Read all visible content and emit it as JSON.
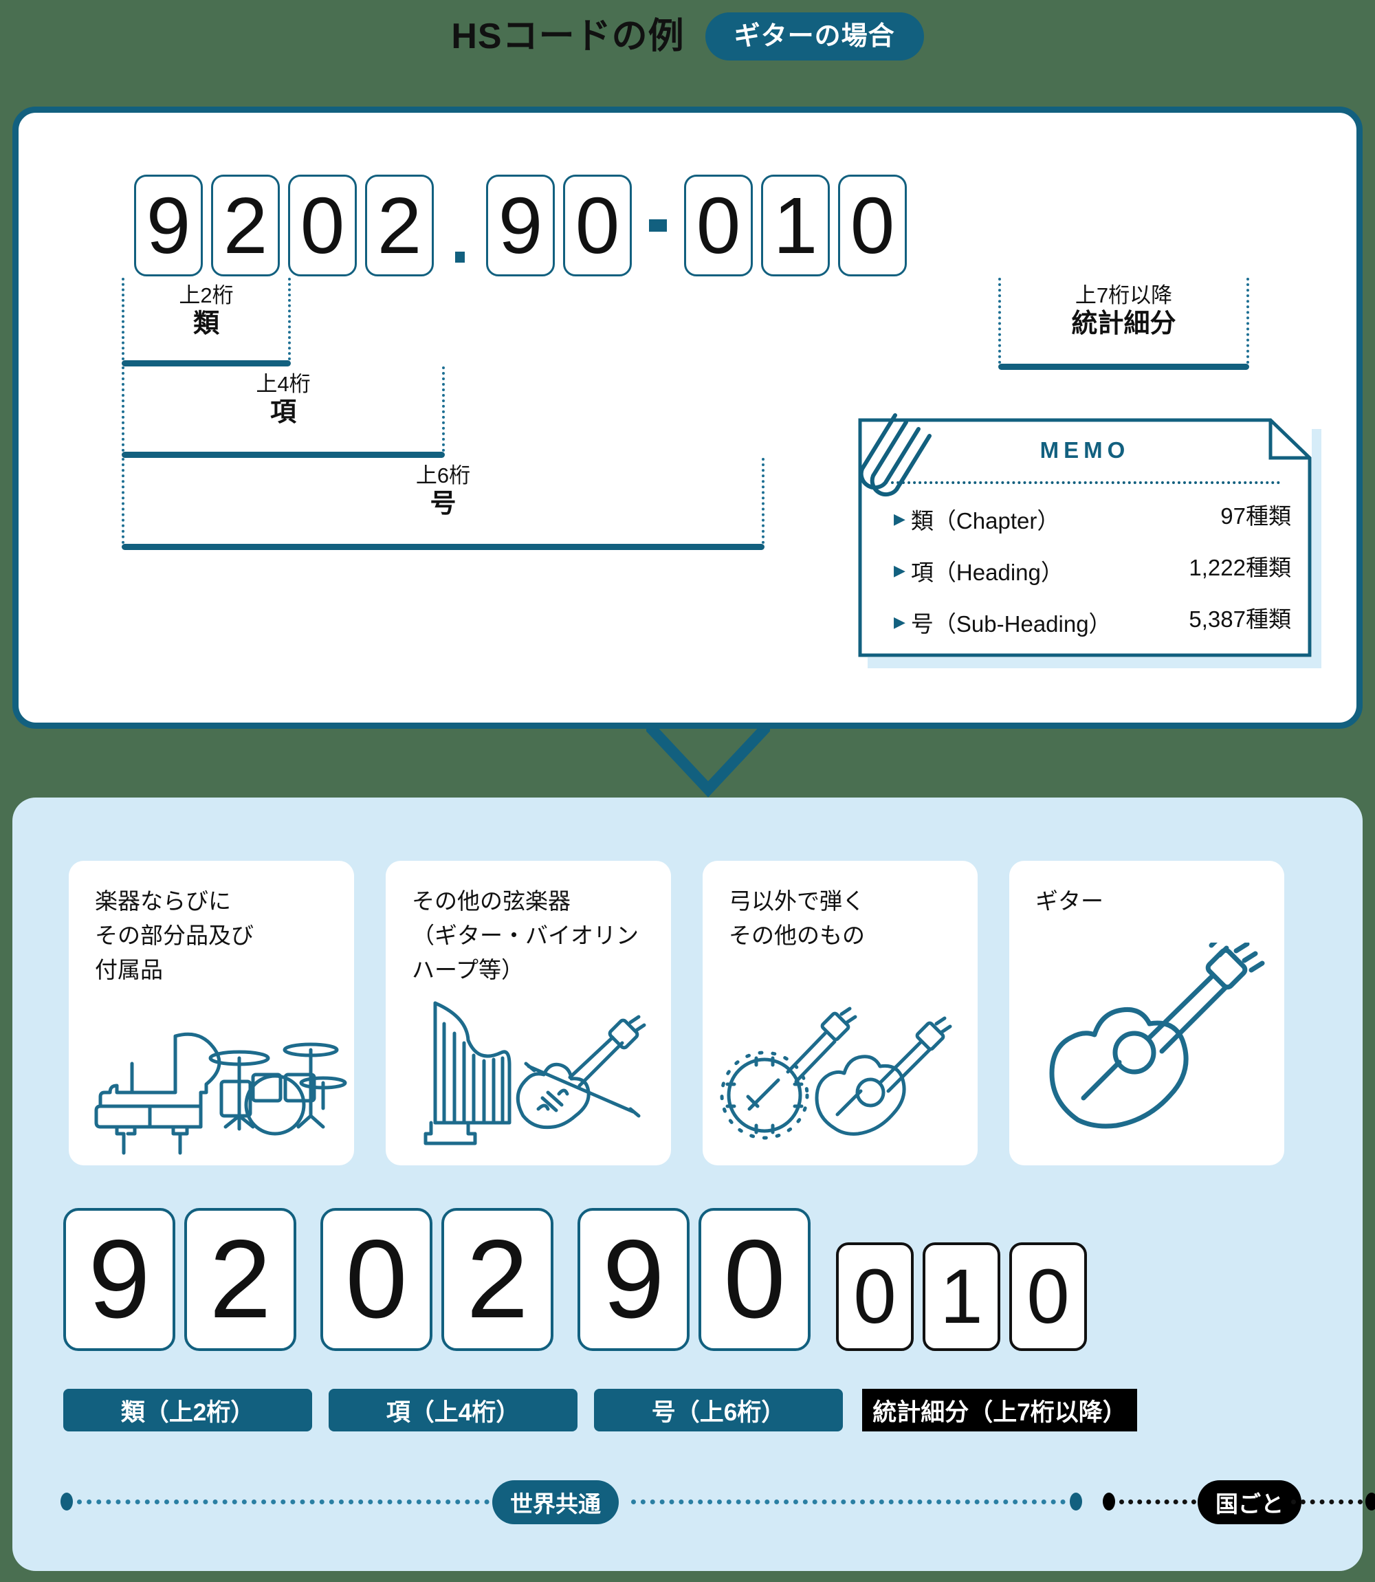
{
  "title": {
    "heading": "HSコードの例",
    "badge": "ギターの場合"
  },
  "code_example": {
    "digits": [
      "9",
      "2",
      "0",
      "2",
      "9",
      "0",
      "0",
      "1",
      "0"
    ],
    "separator_period": ".",
    "separator_hyphen": "-",
    "full_code": "9202.90-010"
  },
  "brackets": [
    {
      "range": "上2桁",
      "name": "類"
    },
    {
      "range": "上4桁",
      "name": "項"
    },
    {
      "range": "上6桁",
      "name": "号"
    },
    {
      "range": "上7桁以降",
      "name": "統計細分"
    }
  ],
  "memo": {
    "title": "MEMO",
    "rows": [
      {
        "label": "類（Chapter）",
        "value": "97種類"
      },
      {
        "label": "項（Heading）",
        "value": "1,222種類"
      },
      {
        "label": "号（Sub-Heading）",
        "value": "5,387種類"
      }
    ]
  },
  "category_cards": [
    {
      "lines": [
        "楽器ならびに",
        "その部分品及び",
        "付属品"
      ],
      "icons": [
        "piano-icon",
        "drum-kit-icon"
      ]
    },
    {
      "lines": [
        "その他の弦楽器",
        "（ギター・バイオリン",
        "ハープ等）"
      ],
      "icons": [
        "harp-icon",
        "violin-icon"
      ]
    },
    {
      "lines": [
        "弓以外で弾く",
        "その他のもの"
      ],
      "icons": [
        "banjo-icon",
        "guitar-icon"
      ]
    },
    {
      "lines": [
        "ギター"
      ],
      "icons": [
        "guitar-icon"
      ]
    }
  ],
  "result_digits": {
    "chapter": [
      "9",
      "2"
    ],
    "heading": [
      "0",
      "2"
    ],
    "subheading": [
      "9",
      "0"
    ],
    "statistical": [
      "0",
      "1",
      "0"
    ]
  },
  "group_labels": [
    {
      "text": "類（上2桁）",
      "style": "teal"
    },
    {
      "text": "項（上4桁）",
      "style": "teal"
    },
    {
      "text": "号（上6桁）",
      "style": "teal"
    },
    {
      "text": "統計細分（上7桁以降）",
      "style": "black"
    }
  ],
  "legend": [
    {
      "text": "世界共通",
      "style": "teal"
    },
    {
      "text": "国ごと",
      "style": "black"
    }
  ],
  "colors": {
    "teal": "#12607f",
    "light_blue_panel": "#d3eaf7",
    "black": "#000000",
    "page_background": "#4a6f51",
    "card_white": "#ffffff"
  }
}
